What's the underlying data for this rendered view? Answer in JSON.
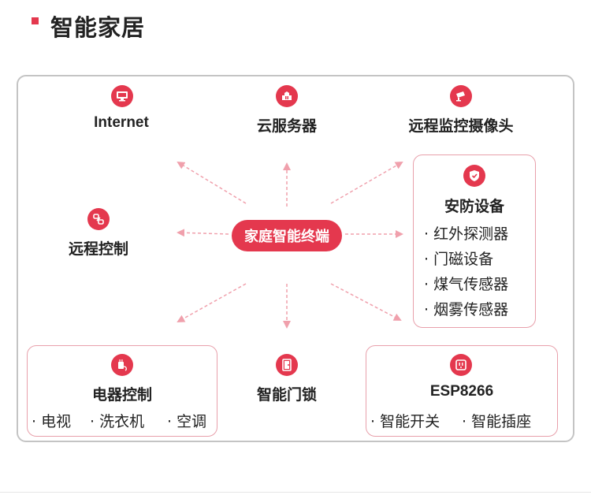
{
  "page": {
    "title": "智能家居"
  },
  "center": {
    "label": "家庭智能终端"
  },
  "nodes": {
    "internet": {
      "label": "Internet",
      "icon": "monitor-icon"
    },
    "cloud": {
      "label": "云服务器",
      "icon": "server-icon"
    },
    "camera": {
      "label": "远程监控摄像头",
      "icon": "camera-icon"
    },
    "remote": {
      "label": "远程控制",
      "icon": "remote-link-icon"
    },
    "security": {
      "label": "安防设备",
      "icon": "shield-icon",
      "items": [
        "· 红外探测器",
        "· 门磁设备",
        "· 煤气传感器",
        "· 烟雾传感器"
      ]
    },
    "appliance": {
      "label": "电器控制",
      "icon": "plug-icon",
      "items": [
        "· 电视",
        "· 洗衣机",
        "· 空调"
      ]
    },
    "doorlock": {
      "label": "智能门锁",
      "icon": "door-icon"
    },
    "esp": {
      "label": "ESP8266",
      "icon": "socket-icon",
      "items": [
        "· 智能开关",
        "· 智能插座"
      ]
    }
  },
  "colors": {
    "accent": "#e4384e",
    "arrow": "#f0a0ac",
    "card_border": "#e8a0ab",
    "frame_border": "#c4c4c4"
  }
}
